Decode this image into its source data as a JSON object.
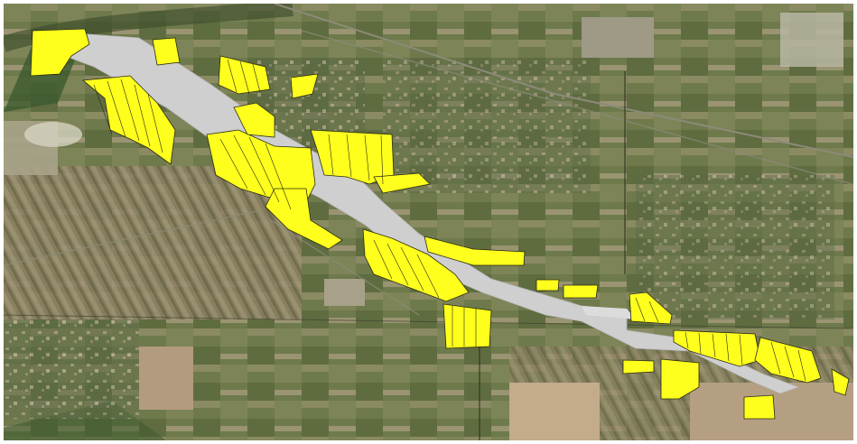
{
  "map": {
    "kind": "aerial-photo-with-parcel-overlay",
    "colors": {
      "parcel_fill": "#ffff1e",
      "parcel_stroke": "#2a2a10",
      "corridor_fill": "#cfcfcf",
      "field_dark": "#4c5b34",
      "field_mid": "#6f7a4a",
      "field_light": "#9c9a74",
      "field_brown": "#a58d6f",
      "forest": "#3c5a2e",
      "border": "#ffffff"
    },
    "layers": [
      "aerial-imagery",
      "road-corridor",
      "parcels"
    ],
    "labels": []
  }
}
